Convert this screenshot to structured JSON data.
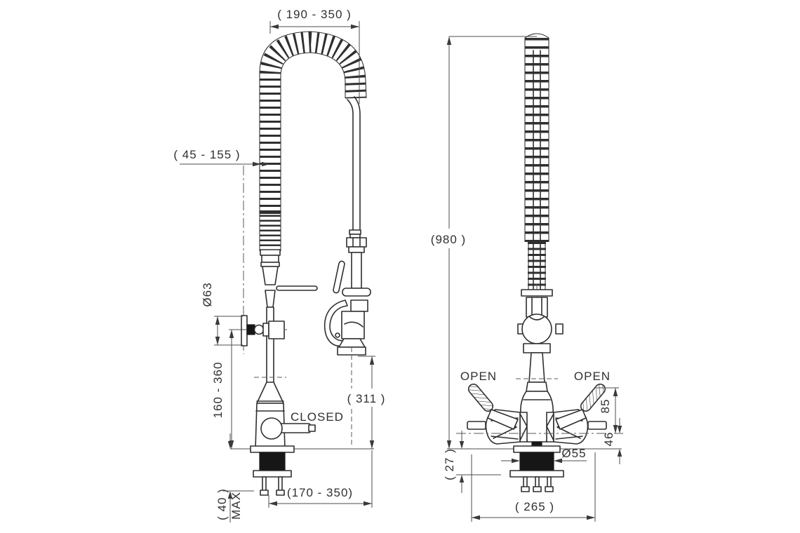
{
  "page": {
    "background": "#ffffff",
    "line_color": "#2f2f2f",
    "dim_color": "#4d4d4d",
    "text_color": "#303030"
  },
  "side": {
    "reach_top": "( 190 - 350 )",
    "wall_clearance": "( 45 - 155 )",
    "bracket_dia": "Ø63",
    "riser_height": "160 - 360",
    "handle_state": "CLOSED",
    "spray_height": "( 311 )",
    "reach_bottom": "(170 - 350)",
    "deck_max": "( 40 )",
    "deck_max_suffix": "MAX"
  },
  "front": {
    "total_height": "(980 )",
    "open_left": "OPEN",
    "open_right": "OPEN",
    "handle_height": "85",
    "body_height": "46",
    "under_deck": "( 27 )",
    "shank_dia": "Ø55",
    "overall_width": "( 265 )"
  }
}
